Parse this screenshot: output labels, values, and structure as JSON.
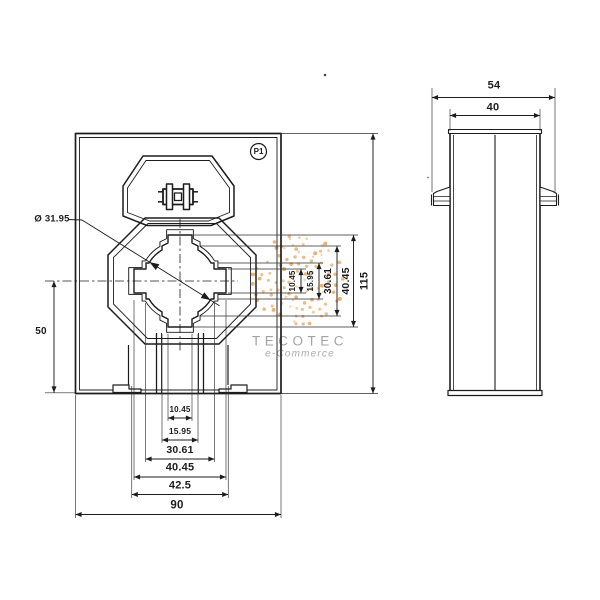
{
  "watermark": {
    "brand": "TECOTEC",
    "tagline": "e-Commerce"
  },
  "front_view": {
    "marker_label": "P1",
    "hole_diameter": "Ø 31.95",
    "height_to_center": "50",
    "bottom_dims": [
      "10.45",
      "15.95",
      "30.61",
      "40.45",
      "42.5",
      "90"
    ],
    "right_dims": [
      "10.45",
      "15.95",
      "30.61",
      "40.45",
      "115"
    ]
  },
  "side_view": {
    "overall_depth": "54",
    "body_depth": "40"
  },
  "colors": {
    "line": "#1d1d1d",
    "watermark_dots": "#e9a863",
    "watermark_text": "#a3a3a3"
  }
}
